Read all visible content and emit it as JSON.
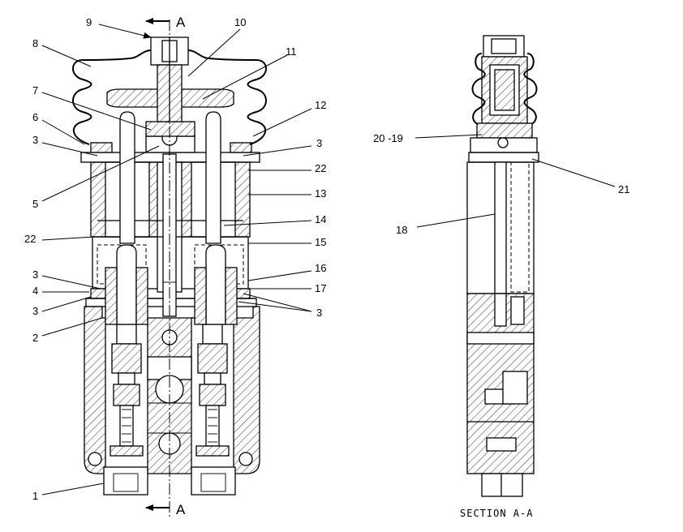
{
  "section_marks": {
    "top": "A",
    "bottom": "A"
  },
  "caption": "SECTION A-A",
  "callouts": [
    {
      "id": "c9",
      "text": "9"
    },
    {
      "id": "c10",
      "text": "10"
    },
    {
      "id": "c8",
      "text": "8"
    },
    {
      "id": "c11",
      "text": "11"
    },
    {
      "id": "c7",
      "text": "7"
    },
    {
      "id": "c12",
      "text": "12"
    },
    {
      "id": "c6",
      "text": "6"
    },
    {
      "id": "c3a",
      "text": "3"
    },
    {
      "id": "c3b",
      "text": "3"
    },
    {
      "id": "c22a",
      "text": "22"
    },
    {
      "id": "c5",
      "text": "5"
    },
    {
      "id": "c13",
      "text": "13"
    },
    {
      "id": "c14",
      "text": "14"
    },
    {
      "id": "c22b",
      "text": "22"
    },
    {
      "id": "c15",
      "text": "15"
    },
    {
      "id": "c3c",
      "text": "3"
    },
    {
      "id": "c16",
      "text": "16"
    },
    {
      "id": "c4",
      "text": "4"
    },
    {
      "id": "c17",
      "text": "17"
    },
    {
      "id": "c3d",
      "text": "3"
    },
    {
      "id": "c3e",
      "text": "3"
    },
    {
      "id": "c2",
      "text": "2"
    },
    {
      "id": "c1",
      "text": "1"
    },
    {
      "id": "c2019",
      "text": "20 -19"
    },
    {
      "id": "c21",
      "text": "21"
    },
    {
      "id": "c18",
      "text": "18"
    }
  ]
}
